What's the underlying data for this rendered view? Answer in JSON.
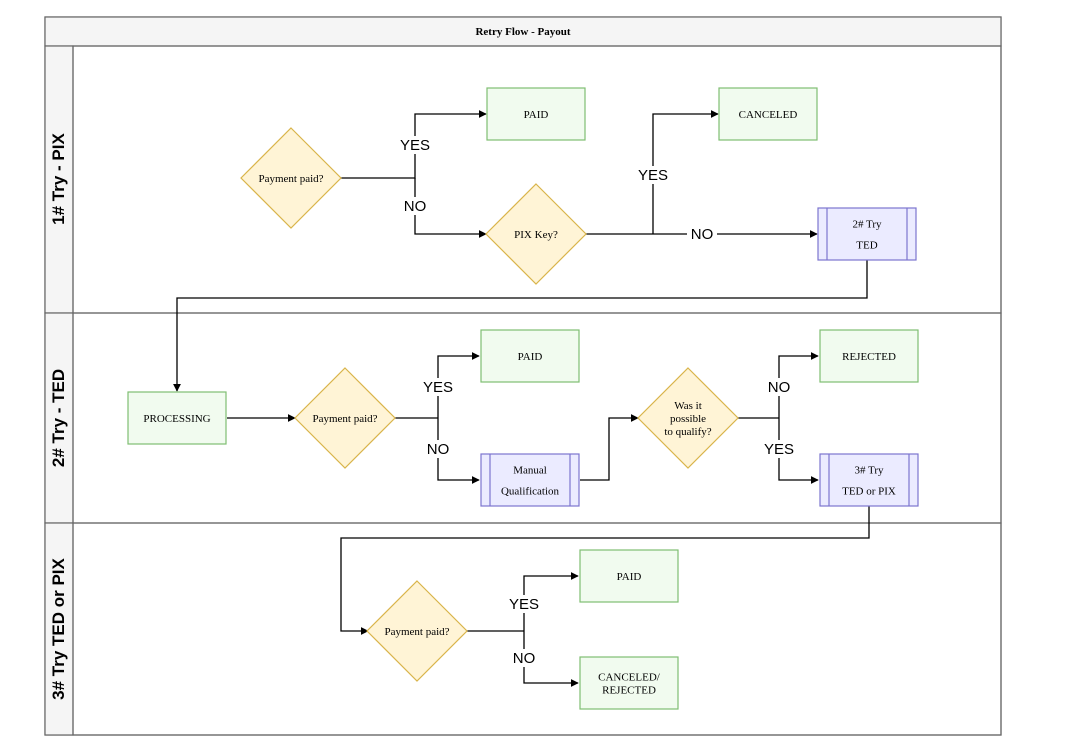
{
  "title": "Retry Flow - Payout",
  "colors": {
    "terminal_fill": "#f1fbef",
    "terminal_stroke": "#7fbf72",
    "decision_fill": "#fff4d6",
    "decision_stroke": "#d9b44a",
    "process_fill": "#ebebff",
    "process_stroke": "#7c74cf",
    "lane_fill": "#f5f5f5",
    "border": "#666666"
  },
  "lanes": [
    {
      "label": "1# Try - PIX"
    },
    {
      "label": "2# Try - TED"
    },
    {
      "label": "3# Try TED or PIX"
    }
  ],
  "nodes": {
    "lane1_decision_paid": {
      "lines": [
        "Payment paid?"
      ]
    },
    "lane1_paid": {
      "lines": [
        "PAID"
      ]
    },
    "lane1_decision_pixkey": {
      "lines": [
        "PIX Key?"
      ]
    },
    "lane1_canceled": {
      "lines": [
        "CANCELED"
      ]
    },
    "lane1_next_try": {
      "lines": [
        "2# Try",
        "TED"
      ]
    },
    "lane2_processing": {
      "lines": [
        "PROCESSING"
      ]
    },
    "lane2_decision_paid": {
      "lines": [
        "Payment paid?"
      ]
    },
    "lane2_paid": {
      "lines": [
        "PAID"
      ]
    },
    "lane2_manual": {
      "lines": [
        "Manual",
        "Qualification"
      ]
    },
    "lane2_decision_qualify": {
      "lines": [
        "Was it",
        "possible",
        "to qualify?"
      ]
    },
    "lane2_rejected": {
      "lines": [
        "REJECTED"
      ]
    },
    "lane2_next_try": {
      "lines": [
        "3# Try",
        "TED or PIX"
      ]
    },
    "lane3_decision_paid": {
      "lines": [
        "Payment paid?"
      ]
    },
    "lane3_paid": {
      "lines": [
        "PAID"
      ]
    },
    "lane3_canceled_rejected": {
      "lines": [
        "CANCELED/",
        "REJECTED"
      ]
    }
  },
  "edge_labels": {
    "l1_yes_paid": "YES",
    "l1_no_pixkey": "NO",
    "l1_yes_canceled": "YES",
    "l1_no_ted": "NO",
    "l2_yes_paid": "YES",
    "l2_no_manual": "NO",
    "l2_no_rejected": "NO",
    "l2_yes_next": "YES",
    "l3_yes_paid": "YES",
    "l3_no_canceled": "NO"
  }
}
